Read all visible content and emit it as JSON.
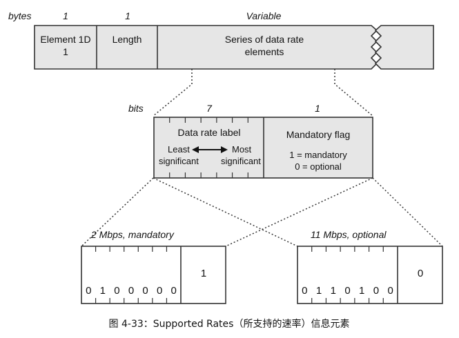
{
  "top": {
    "unit_label": "bytes",
    "field_sizes": [
      "1",
      "1",
      "Variable"
    ],
    "element_id_line1": "Element 1D",
    "element_id_line2": "1",
    "length_label": "Length",
    "series_line1": "Series of data rate",
    "series_line2": "elements"
  },
  "middle": {
    "unit_label": "bits",
    "field_sizes": [
      "7",
      "1"
    ],
    "rate_label": "Data rate label",
    "least_line1": "Least",
    "least_line2": "significant",
    "most_line1": "Most",
    "most_line2": "significant",
    "flag_label": "Mandatory flag",
    "flag_desc1": "1 = mandatory",
    "flag_desc2": "0 = optional"
  },
  "examples": [
    {
      "title": "2 Mbps, mandatory",
      "bits": [
        "0",
        "1",
        "0",
        "0",
        "0",
        "0",
        "0"
      ],
      "flag": "1"
    },
    {
      "title": "11 Mbps, optional",
      "bits": [
        "0",
        "1",
        "1",
        "0",
        "1",
        "0",
        "0"
      ],
      "flag": "0"
    }
  ],
  "caption": "图 4-33：Supported Rates（所支持的速率）信息元素"
}
